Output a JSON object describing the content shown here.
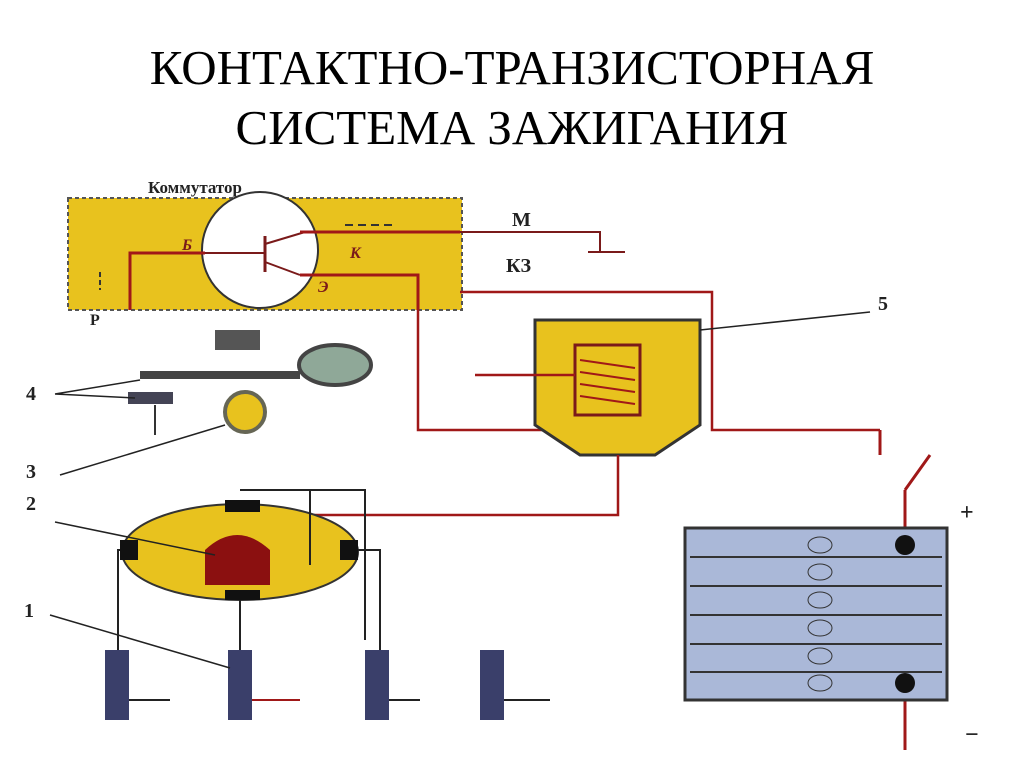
{
  "slide": {
    "title_line1": "КОНТАКТНО-ТРАНЗИСТОРНАЯ",
    "title_line2": "СИСТЕМА ЗАЖИГАНИЯ"
  },
  "diagram": {
    "commutator_label": "Коммутатор",
    "terminal_m": "М",
    "terminal_kz": "КЗ",
    "terminal_p": "Р",
    "base_label": "Б",
    "collector_label": "К",
    "emitter_label": "Э",
    "callouts": [
      "1",
      "2",
      "3",
      "4",
      "5"
    ],
    "battery_plus": "+",
    "battery_minus": "−",
    "colors": {
      "yellow": "#e8c21e",
      "wire": "#a01818",
      "battery": "#aab8d8",
      "plug": "#3a3f6a"
    }
  }
}
